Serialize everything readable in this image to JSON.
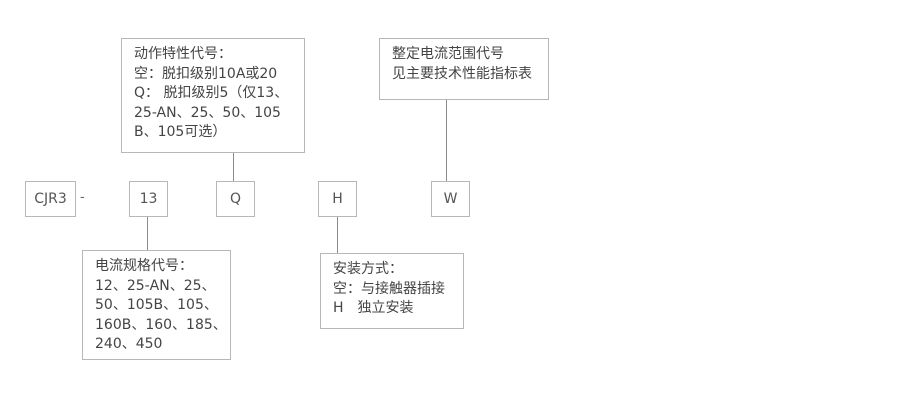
{
  "model_code": {
    "prefix": "CJR3",
    "separator": "-",
    "current_spec": "13",
    "action_type": "Q",
    "installation": "H",
    "setting_range": "W"
  },
  "descriptions": {
    "action_characteristic": {
      "lines": [
        "动作特性代号：",
        "空：脱扣级别10A或20",
        "Q： 脱扣级别5（仅13、",
        "25-AN、25、50、105",
        "B、105可选）"
      ]
    },
    "setting_current_range": {
      "lines": [
        "整定电流范围代号",
        "见主要技术性能指标表"
      ]
    },
    "current_spec": {
      "lines": [
        "电流规格代号：",
        "12、25-AN、25、",
        "50、105B、105、",
        "160B、160、185、",
        "240、450"
      ]
    },
    "installation_method": {
      "lines": [
        "安装方式：",
        "空：与接触器插接",
        "H　独立安装"
      ]
    }
  }
}
